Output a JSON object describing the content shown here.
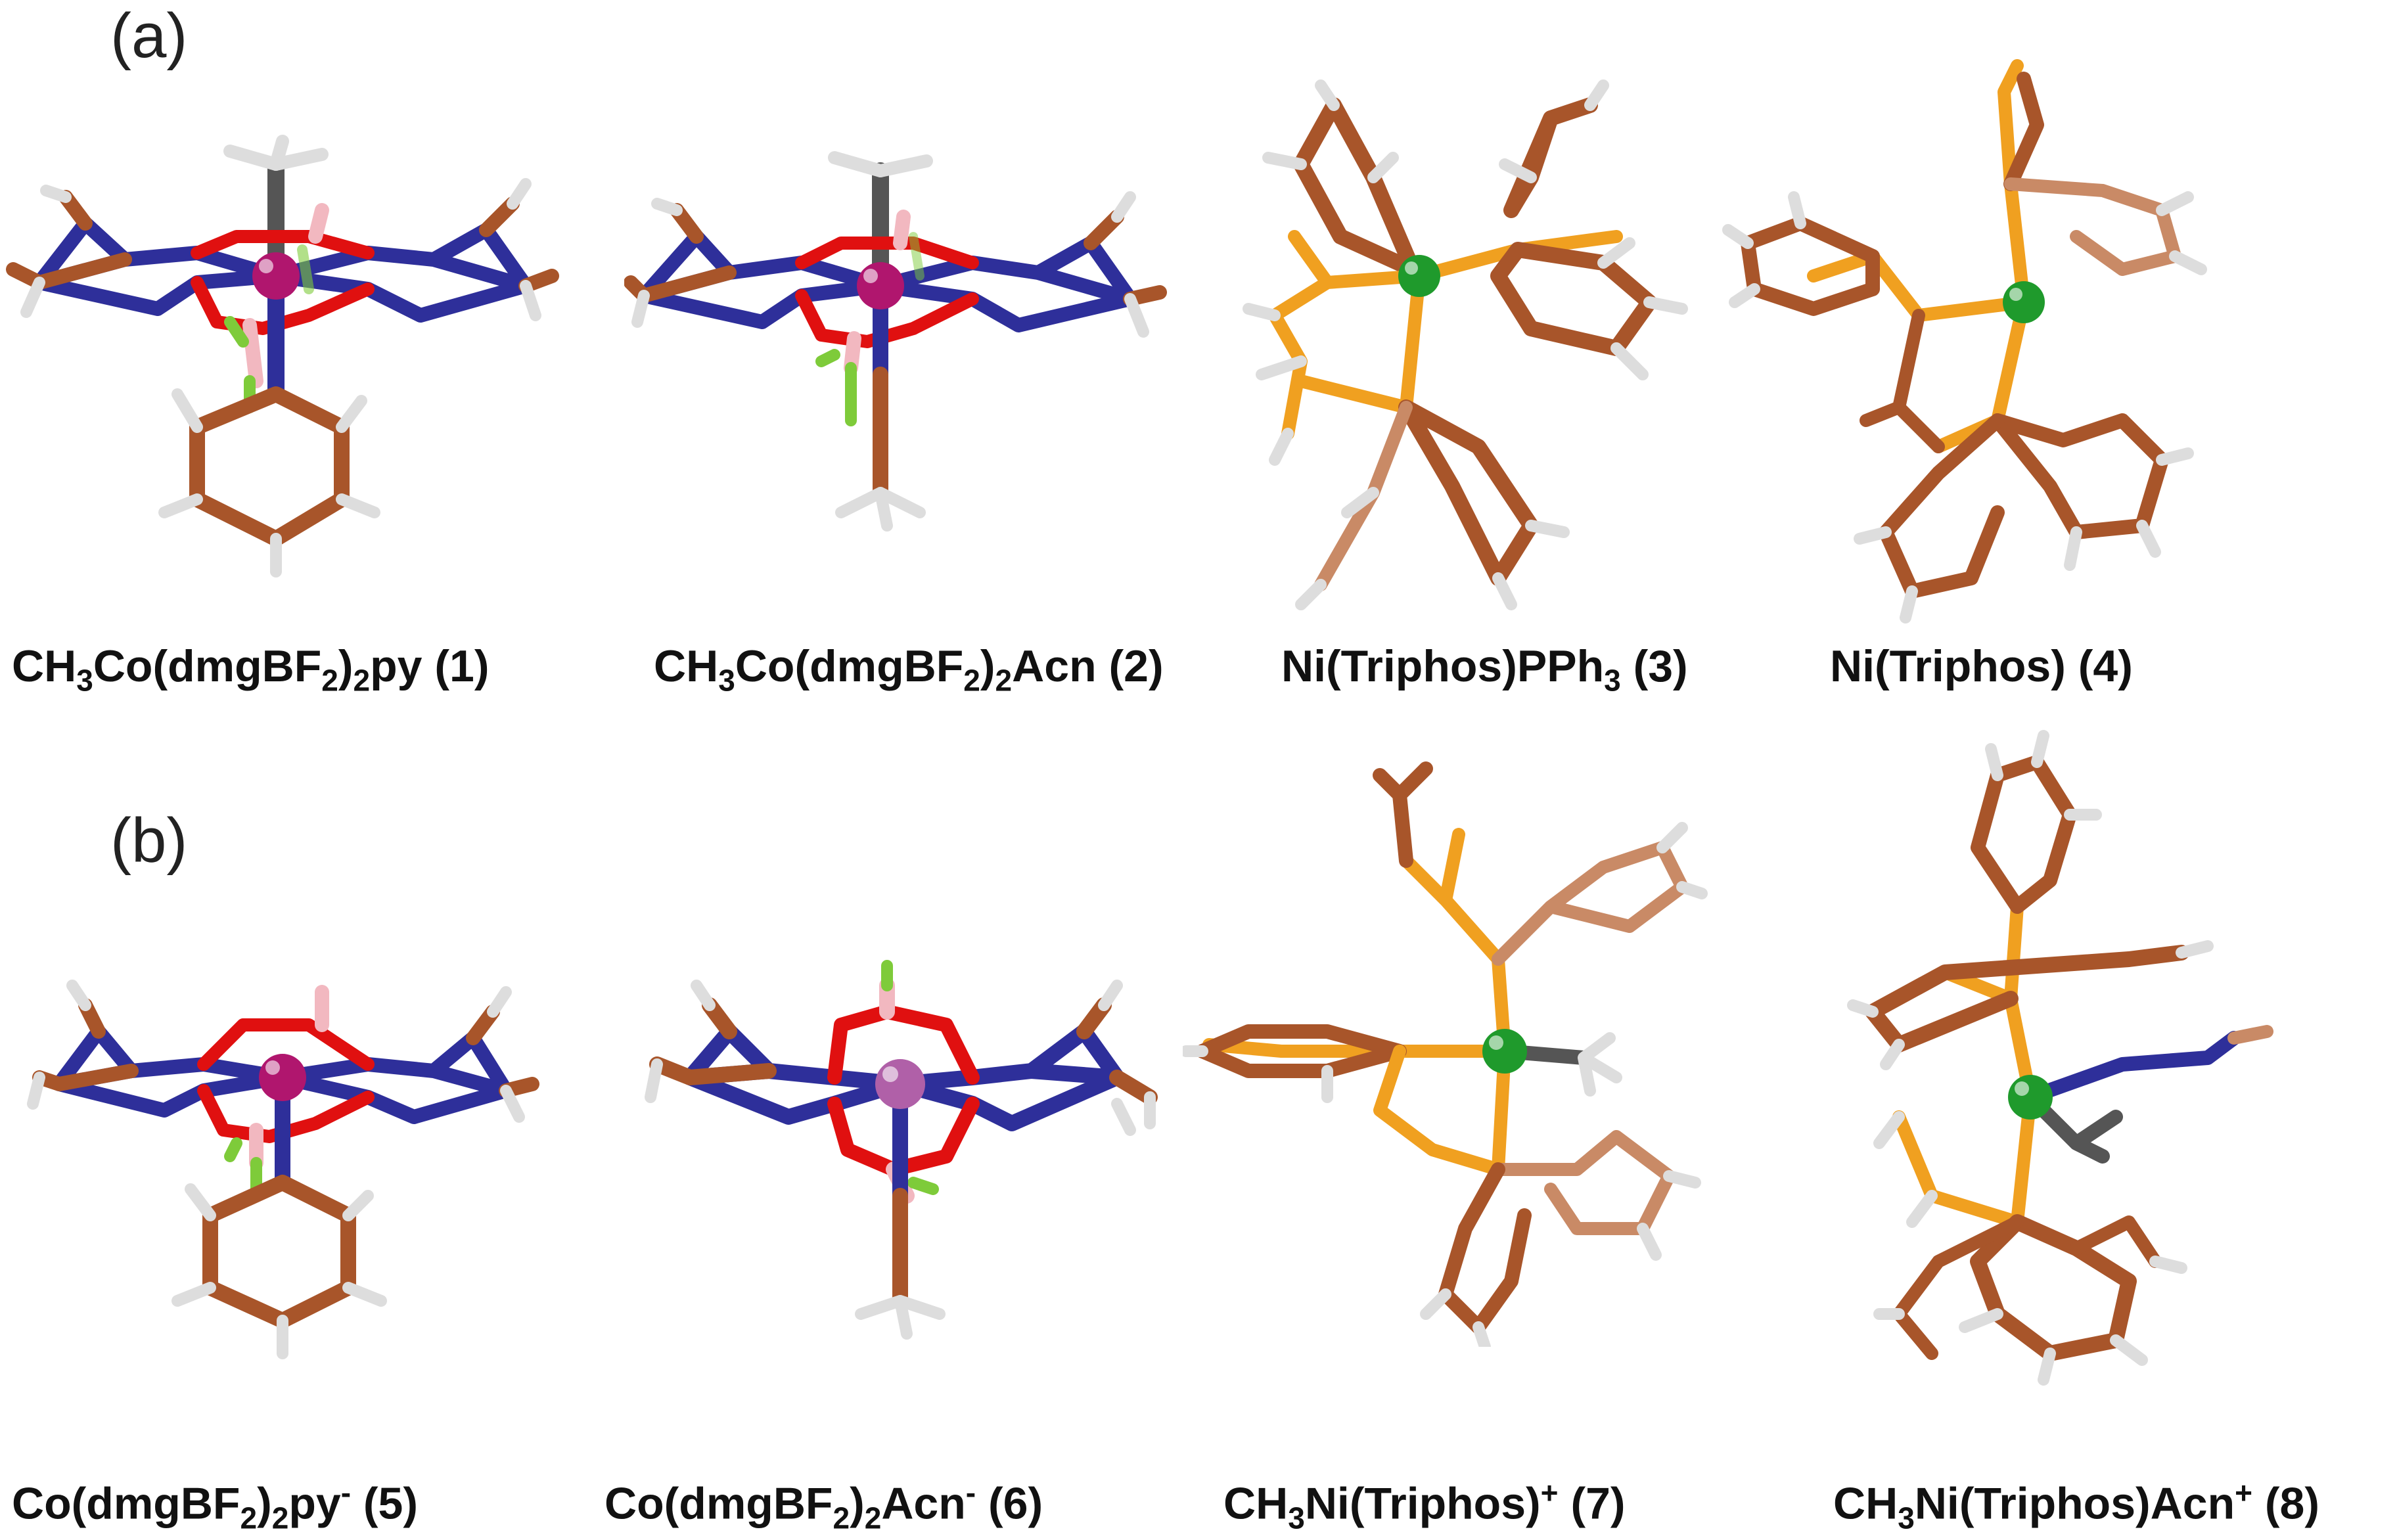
{
  "panels": {
    "a": {
      "label": "(a)"
    },
    "b": {
      "label": "(b)"
    }
  },
  "molecules": [
    {
      "id": "1",
      "parts": [
        [
          "CH",
          "n"
        ],
        [
          "3",
          "sub"
        ],
        [
          "Co(dmgBF",
          "n"
        ],
        [
          "2",
          "sub"
        ],
        [
          ")",
          "n"
        ],
        [
          "2",
          "sub"
        ],
        [
          "py (1)",
          "n"
        ]
      ]
    },
    {
      "id": "2",
      "parts": [
        [
          "CH",
          "n"
        ],
        [
          "3",
          "sub"
        ],
        [
          "Co(dmgBF",
          "n"
        ],
        [
          "2",
          "sub"
        ],
        [
          ")",
          "n"
        ],
        [
          "2",
          "sub"
        ],
        [
          "Acn (2)",
          "n"
        ]
      ]
    },
    {
      "id": "3",
      "parts": [
        [
          "Ni(Triphos)PPh",
          "n"
        ],
        [
          "3",
          "sub"
        ],
        [
          " (3)",
          "n"
        ]
      ]
    },
    {
      "id": "4",
      "parts": [
        [
          "Ni(Triphos) (4)",
          "n"
        ]
      ]
    },
    {
      "id": "5",
      "parts": [
        [
          "Co(dmgBF",
          "n"
        ],
        [
          "2",
          "sub"
        ],
        [
          ")",
          "n"
        ],
        [
          "2",
          "sub"
        ],
        [
          "py",
          "n"
        ],
        [
          "-",
          "sup"
        ],
        [
          " (5)",
          "n"
        ]
      ]
    },
    {
      "id": "6",
      "parts": [
        [
          "Co(dmgBF",
          "n"
        ],
        [
          "2",
          "sub"
        ],
        [
          ")",
          "n"
        ],
        [
          "2",
          "sub"
        ],
        [
          "Acn",
          "n"
        ],
        [
          "-",
          "sup"
        ],
        [
          " (6)",
          "n"
        ]
      ]
    },
    {
      "id": "7",
      "parts": [
        [
          "CH",
          "n"
        ],
        [
          "3",
          "sub"
        ],
        [
          "Ni(Triphos)",
          "n"
        ],
        [
          "+",
          "sup"
        ],
        [
          " (7)",
          "n"
        ]
      ]
    },
    {
      "id": "8",
      "parts": [
        [
          "CH",
          "n"
        ],
        [
          "3",
          "sub"
        ],
        [
          "Ni(Triphos)Acn",
          "n"
        ],
        [
          "+",
          "sup"
        ],
        [
          " (8)",
          "n"
        ]
      ]
    }
  ],
  "colors": {
    "carbon": "#a8552a",
    "carbon_light": "#c98a66",
    "hydrogen": "#e9e9e9",
    "nitrogen": "#2e2f9a",
    "oxygen": "#e01010",
    "boron": "#f2b8c0",
    "fluorine": "#7ecb3a",
    "phosphorus": "#f0a020",
    "methyl_carbon": "#555555",
    "cobalt_a": "#b0166e",
    "cobalt_b": "#b060a8",
    "nickel": "#1f9a2c"
  }
}
